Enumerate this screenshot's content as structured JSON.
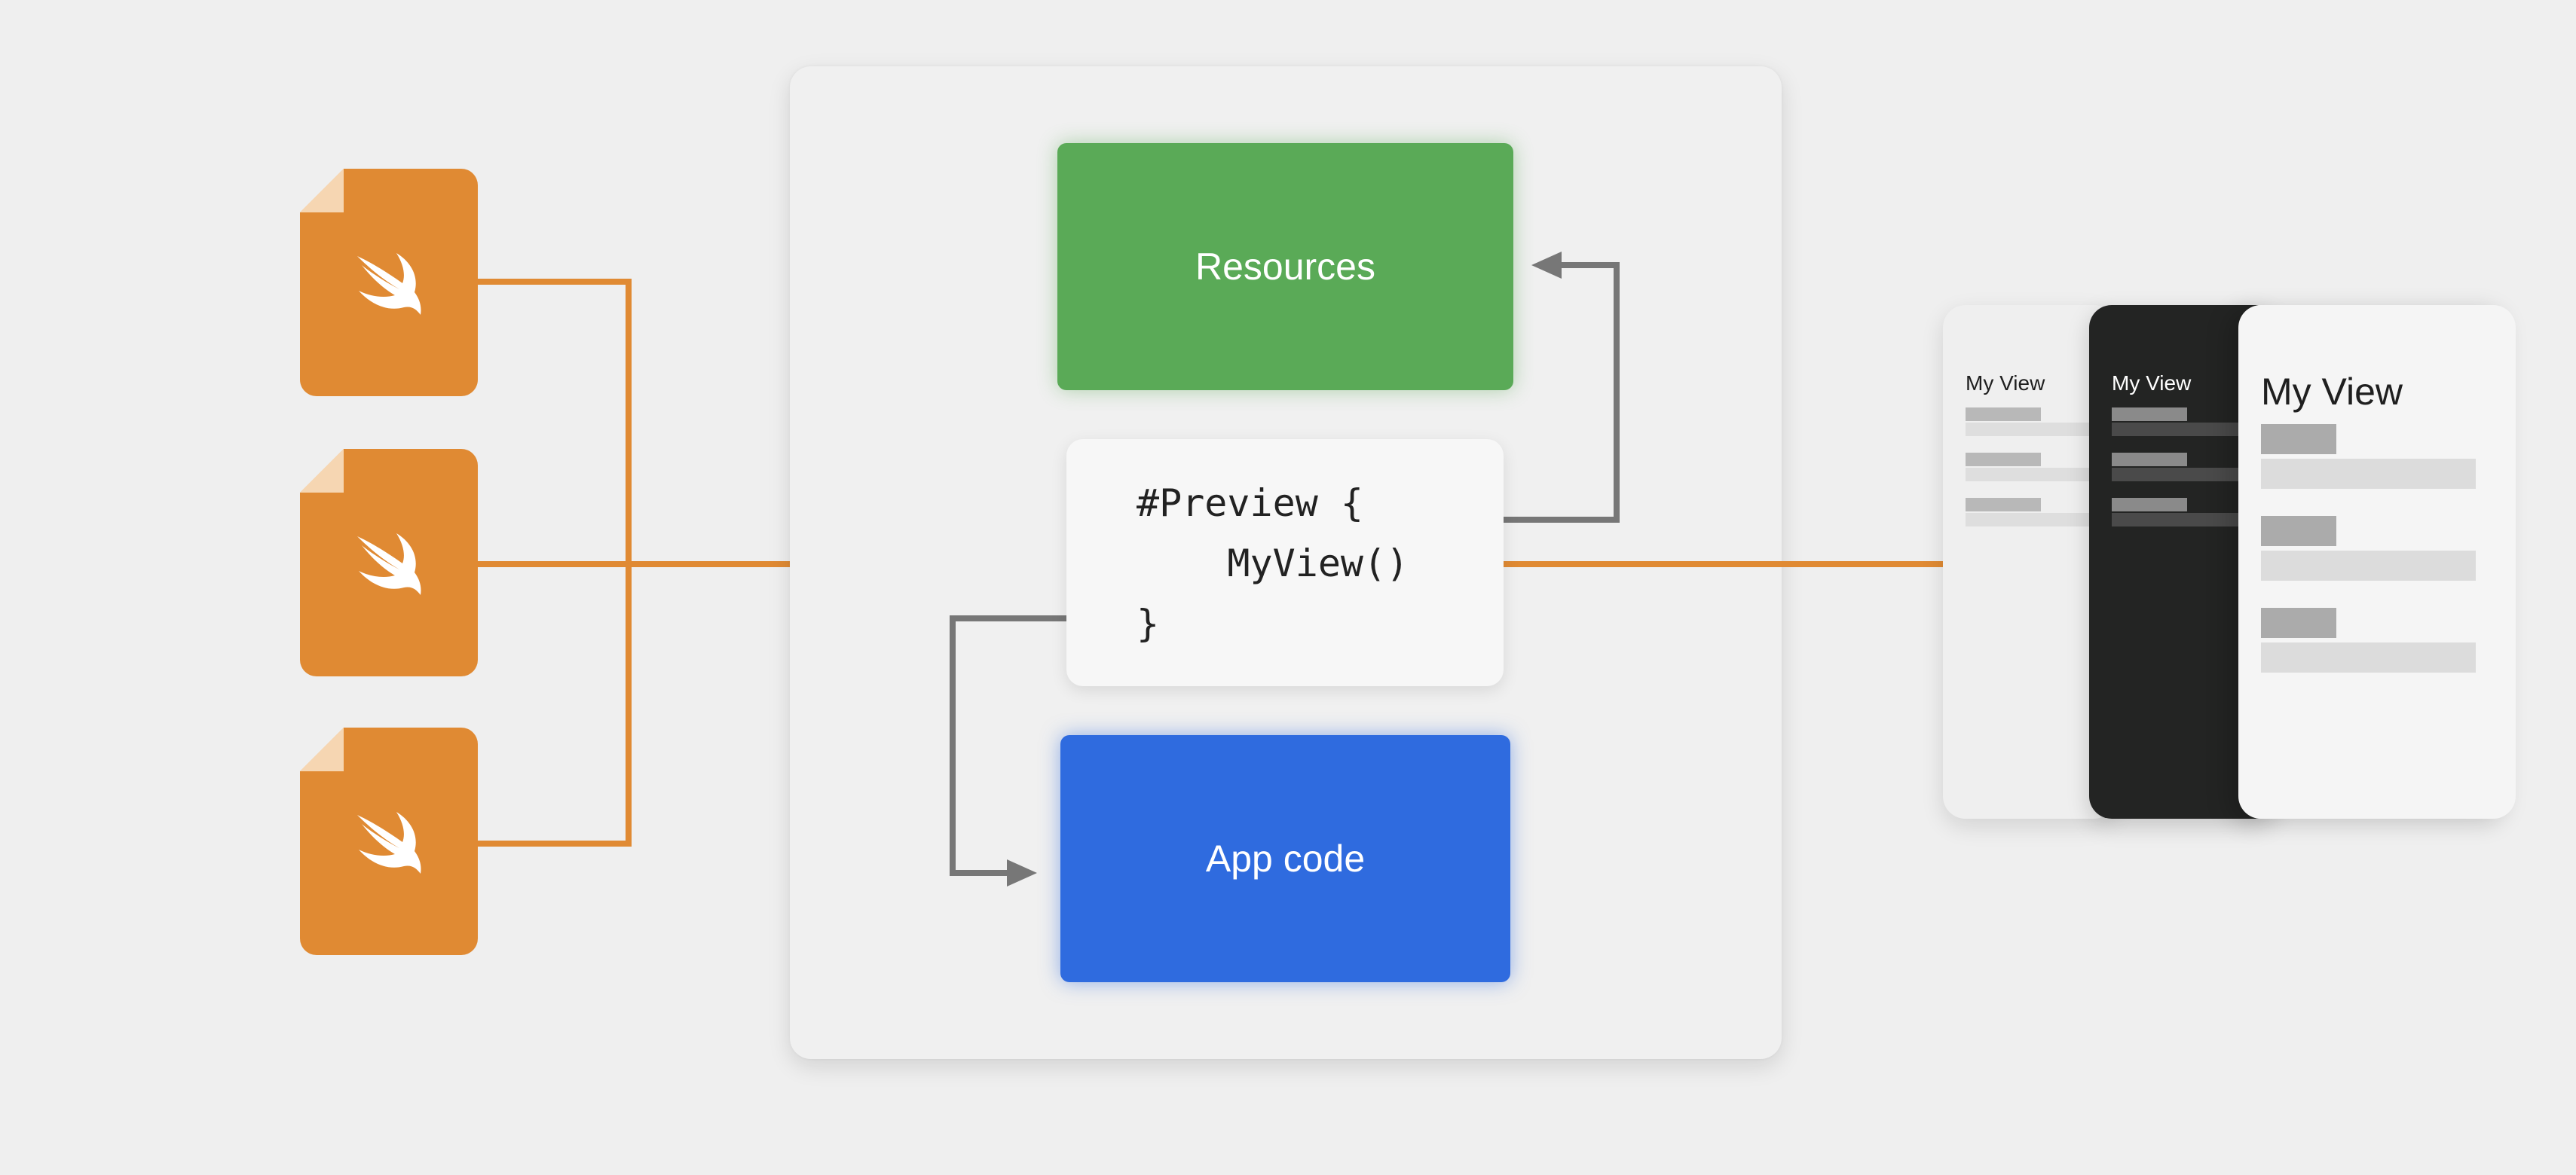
{
  "diagram": {
    "resources_label": "Resources",
    "app_code_label": "App code",
    "code_lines": [
      "#Preview {",
      "    MyView()",
      "}"
    ],
    "preview_cards": [
      {
        "title": "My View",
        "theme": "light"
      },
      {
        "title": "My View",
        "theme": "dark"
      },
      {
        "title": "My View",
        "theme": "light"
      }
    ],
    "source_files": [
      {
        "icon": "swift-file-icon"
      },
      {
        "icon": "swift-file-icon"
      },
      {
        "icon": "swift-file-icon"
      }
    ]
  },
  "colors": {
    "background": "#efefef",
    "swift_orange": "#e08a33",
    "resources_green": "#5aaa57",
    "app_code_blue": "#2f6bdf",
    "arrow_gray": "#777777",
    "dark_card": "#232423"
  }
}
